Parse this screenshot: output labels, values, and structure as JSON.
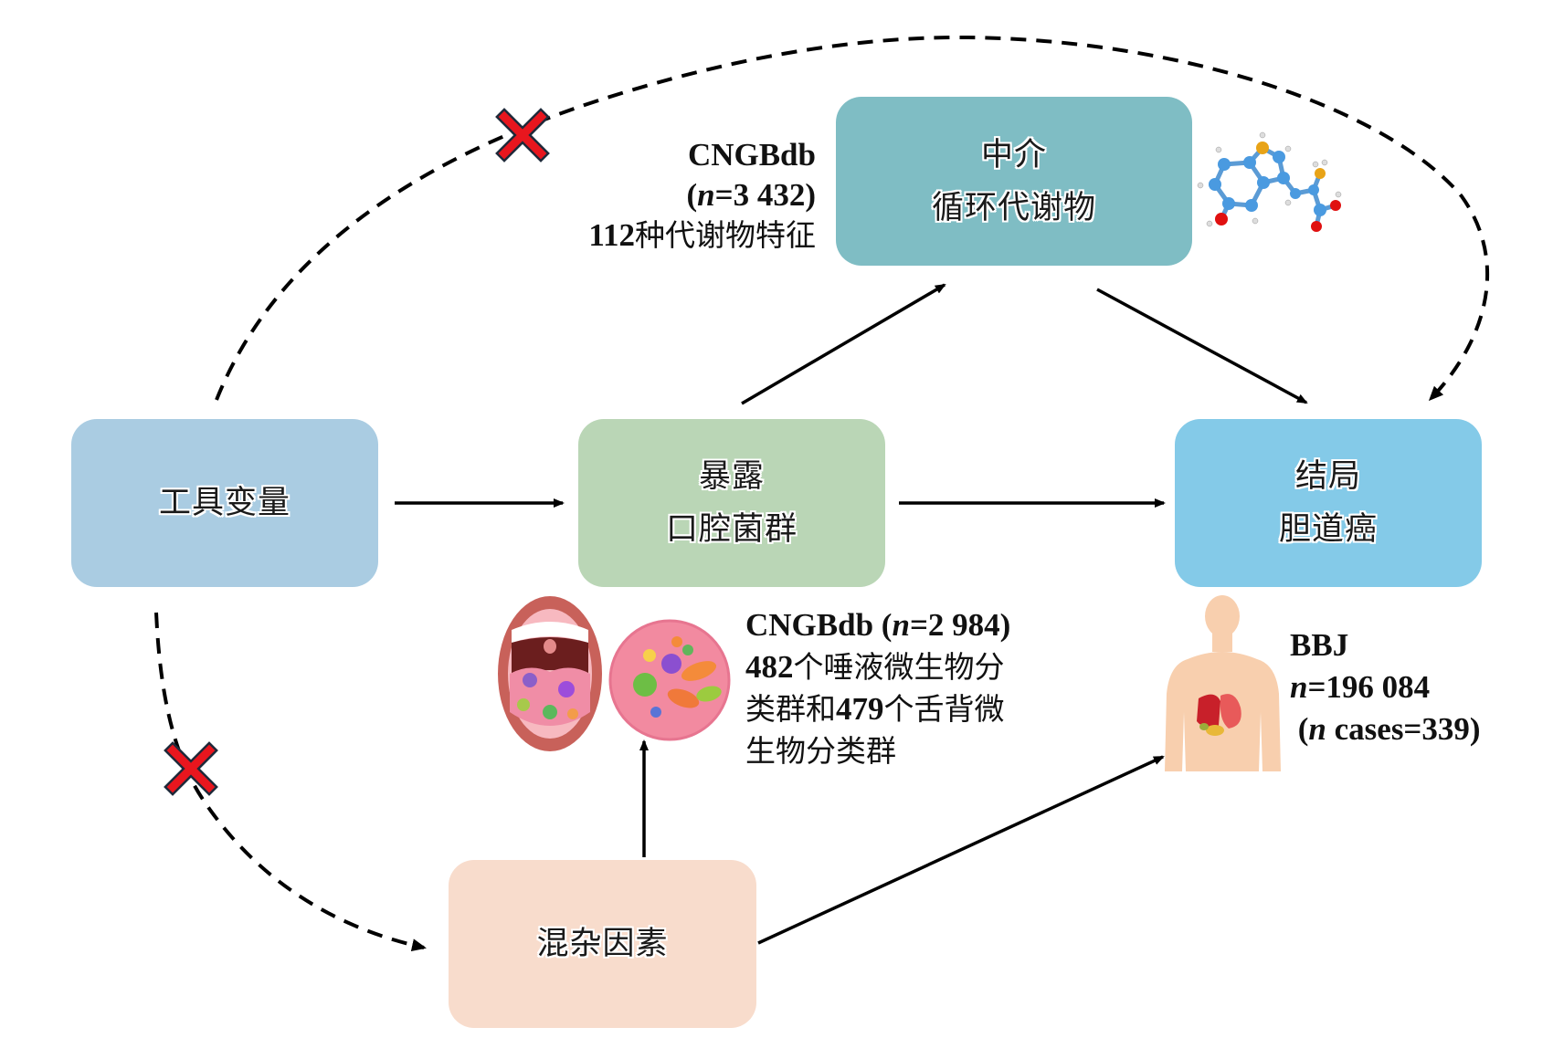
{
  "figure": {
    "type": "Mendelian randomization mediation framework diagram",
    "colors": {
      "instrument": "#AACCE2",
      "exposure": "#BAD6B6",
      "outcome": "#84CAE8",
      "mediator": "#7FBDC4",
      "confounder": "#F8DCCC",
      "arrow": "#000000",
      "blocked_mark": "#E8161E",
      "blocked_mark_outline": "#1E2A3A"
    }
  },
  "nodes": {
    "instrument": {
      "lines": [
        "工具变量"
      ]
    },
    "exposure": {
      "lines": [
        "暴露",
        "口腔菌群"
      ]
    },
    "outcome": {
      "lines": [
        "结局",
        "胆道癌"
      ]
    },
    "mediator": {
      "lines": [
        "中介",
        "循环代谢物"
      ]
    },
    "confounder": {
      "lines": [
        "混杂因素"
      ]
    }
  },
  "annotations": {
    "mediator": {
      "source": "CNGBdb",
      "n_prefix": "(",
      "n_symbol": "n",
      "n_value": "=3 432)",
      "count": "112",
      "desc": "种代谢物特征"
    },
    "exposure": {
      "source": "CNGBdb (",
      "n_symbol": "n",
      "n_value": "=2 984)",
      "count1": "482",
      "desc1": "个唾液微生物分",
      "desc2a": "类群和",
      "count2": "479",
      "desc2b": "个舌背微",
      "desc3": "生物分类群"
    },
    "outcome": {
      "source": "BBJ",
      "n_symbol": "n",
      "n_value": "=196 084",
      "cases_prefix": " (",
      "cases_symbol": "n",
      "cases_value": " cases=339)"
    }
  },
  "edges": [
    {
      "from": "instrument",
      "to": "exposure",
      "style": "solid"
    },
    {
      "from": "exposure",
      "to": "outcome",
      "style": "solid"
    },
    {
      "from": "exposure",
      "to": "mediator",
      "style": "solid"
    },
    {
      "from": "mediator",
      "to": "outcome",
      "style": "solid"
    },
    {
      "from": "confounder",
      "to": "exposure",
      "style": "solid"
    },
    {
      "from": "confounder",
      "to": "outcome",
      "style": "solid"
    },
    {
      "from": "instrument",
      "to": "outcome",
      "style": "dashed",
      "blocked": true
    },
    {
      "from": "instrument",
      "to": "confounder",
      "style": "dashed",
      "blocked": true
    }
  ],
  "icons": {
    "mediator": "molecule-icon",
    "exposure_1": "open-mouth-bacteria-icon",
    "exposure_2": "bacteria-circle-icon",
    "outcome": "human-body-organs-icon",
    "blocked": "red-x-icon"
  }
}
